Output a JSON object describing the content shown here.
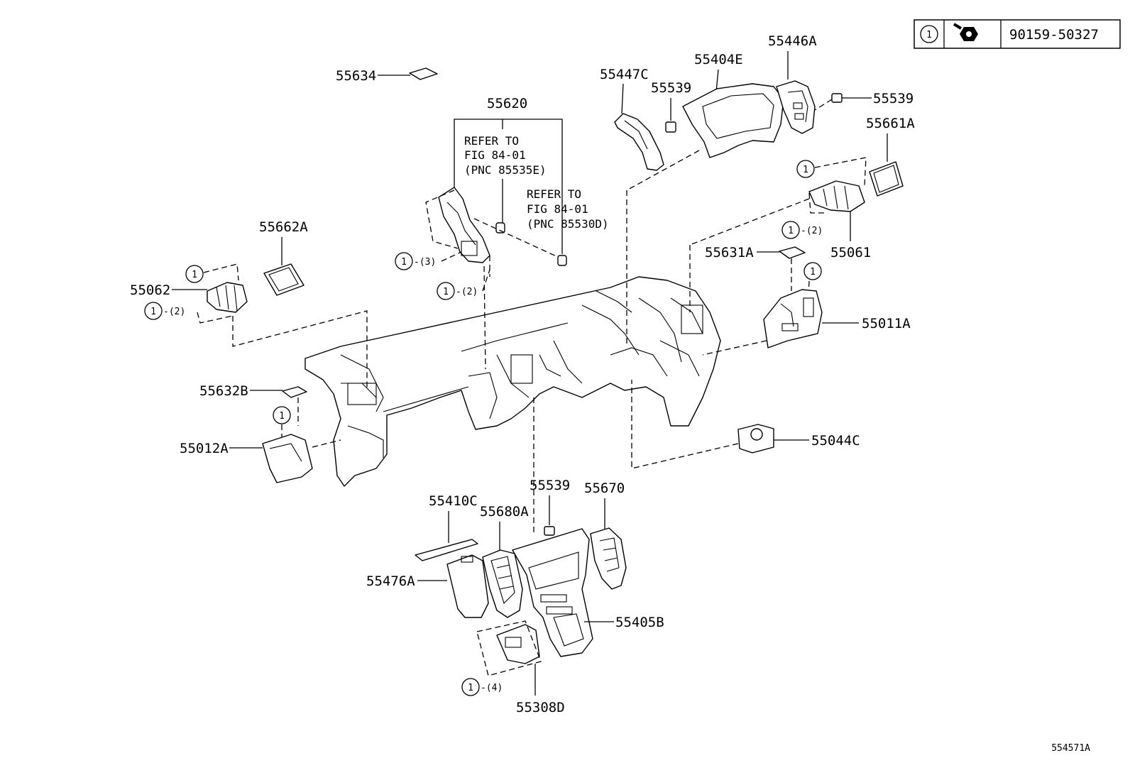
{
  "legend": {
    "key": "1",
    "part_number": "90159-50327",
    "icon": "bolt-icon"
  },
  "labels": {
    "p55634": "55634",
    "p55620": "55620",
    "p55447C": "55447C",
    "p55539_top": "55539",
    "p55404E": "55404E",
    "p55446A": "55446A",
    "p55539_right": "55539",
    "p55661A": "55661A",
    "p55061": "55061",
    "p55631A": "55631A",
    "p55011A": "55011A",
    "p55662A": "55662A",
    "p55062": "55062",
    "p55632B": "55632B",
    "p55012A": "55012A",
    "p55044C": "55044C",
    "p55539_center": "55539",
    "p55670": "55670",
    "p55410C": "55410C",
    "p55680A": "55680A",
    "p55476A": "55476A",
    "p55405B": "55405B",
    "p55308D": "55308D"
  },
  "refs": {
    "ref1": [
      "REFER TO",
      "FIG 84-01",
      "(PNC 85535E)"
    ],
    "ref2": [
      "REFER TO",
      "FIG 84-01",
      "(PNC 85530D)"
    ]
  },
  "callouts": {
    "one": "1",
    "qty2": "-(2)",
    "qty3": "-(3)",
    "qty4": "-(4)"
  },
  "figure_id": "554571A"
}
